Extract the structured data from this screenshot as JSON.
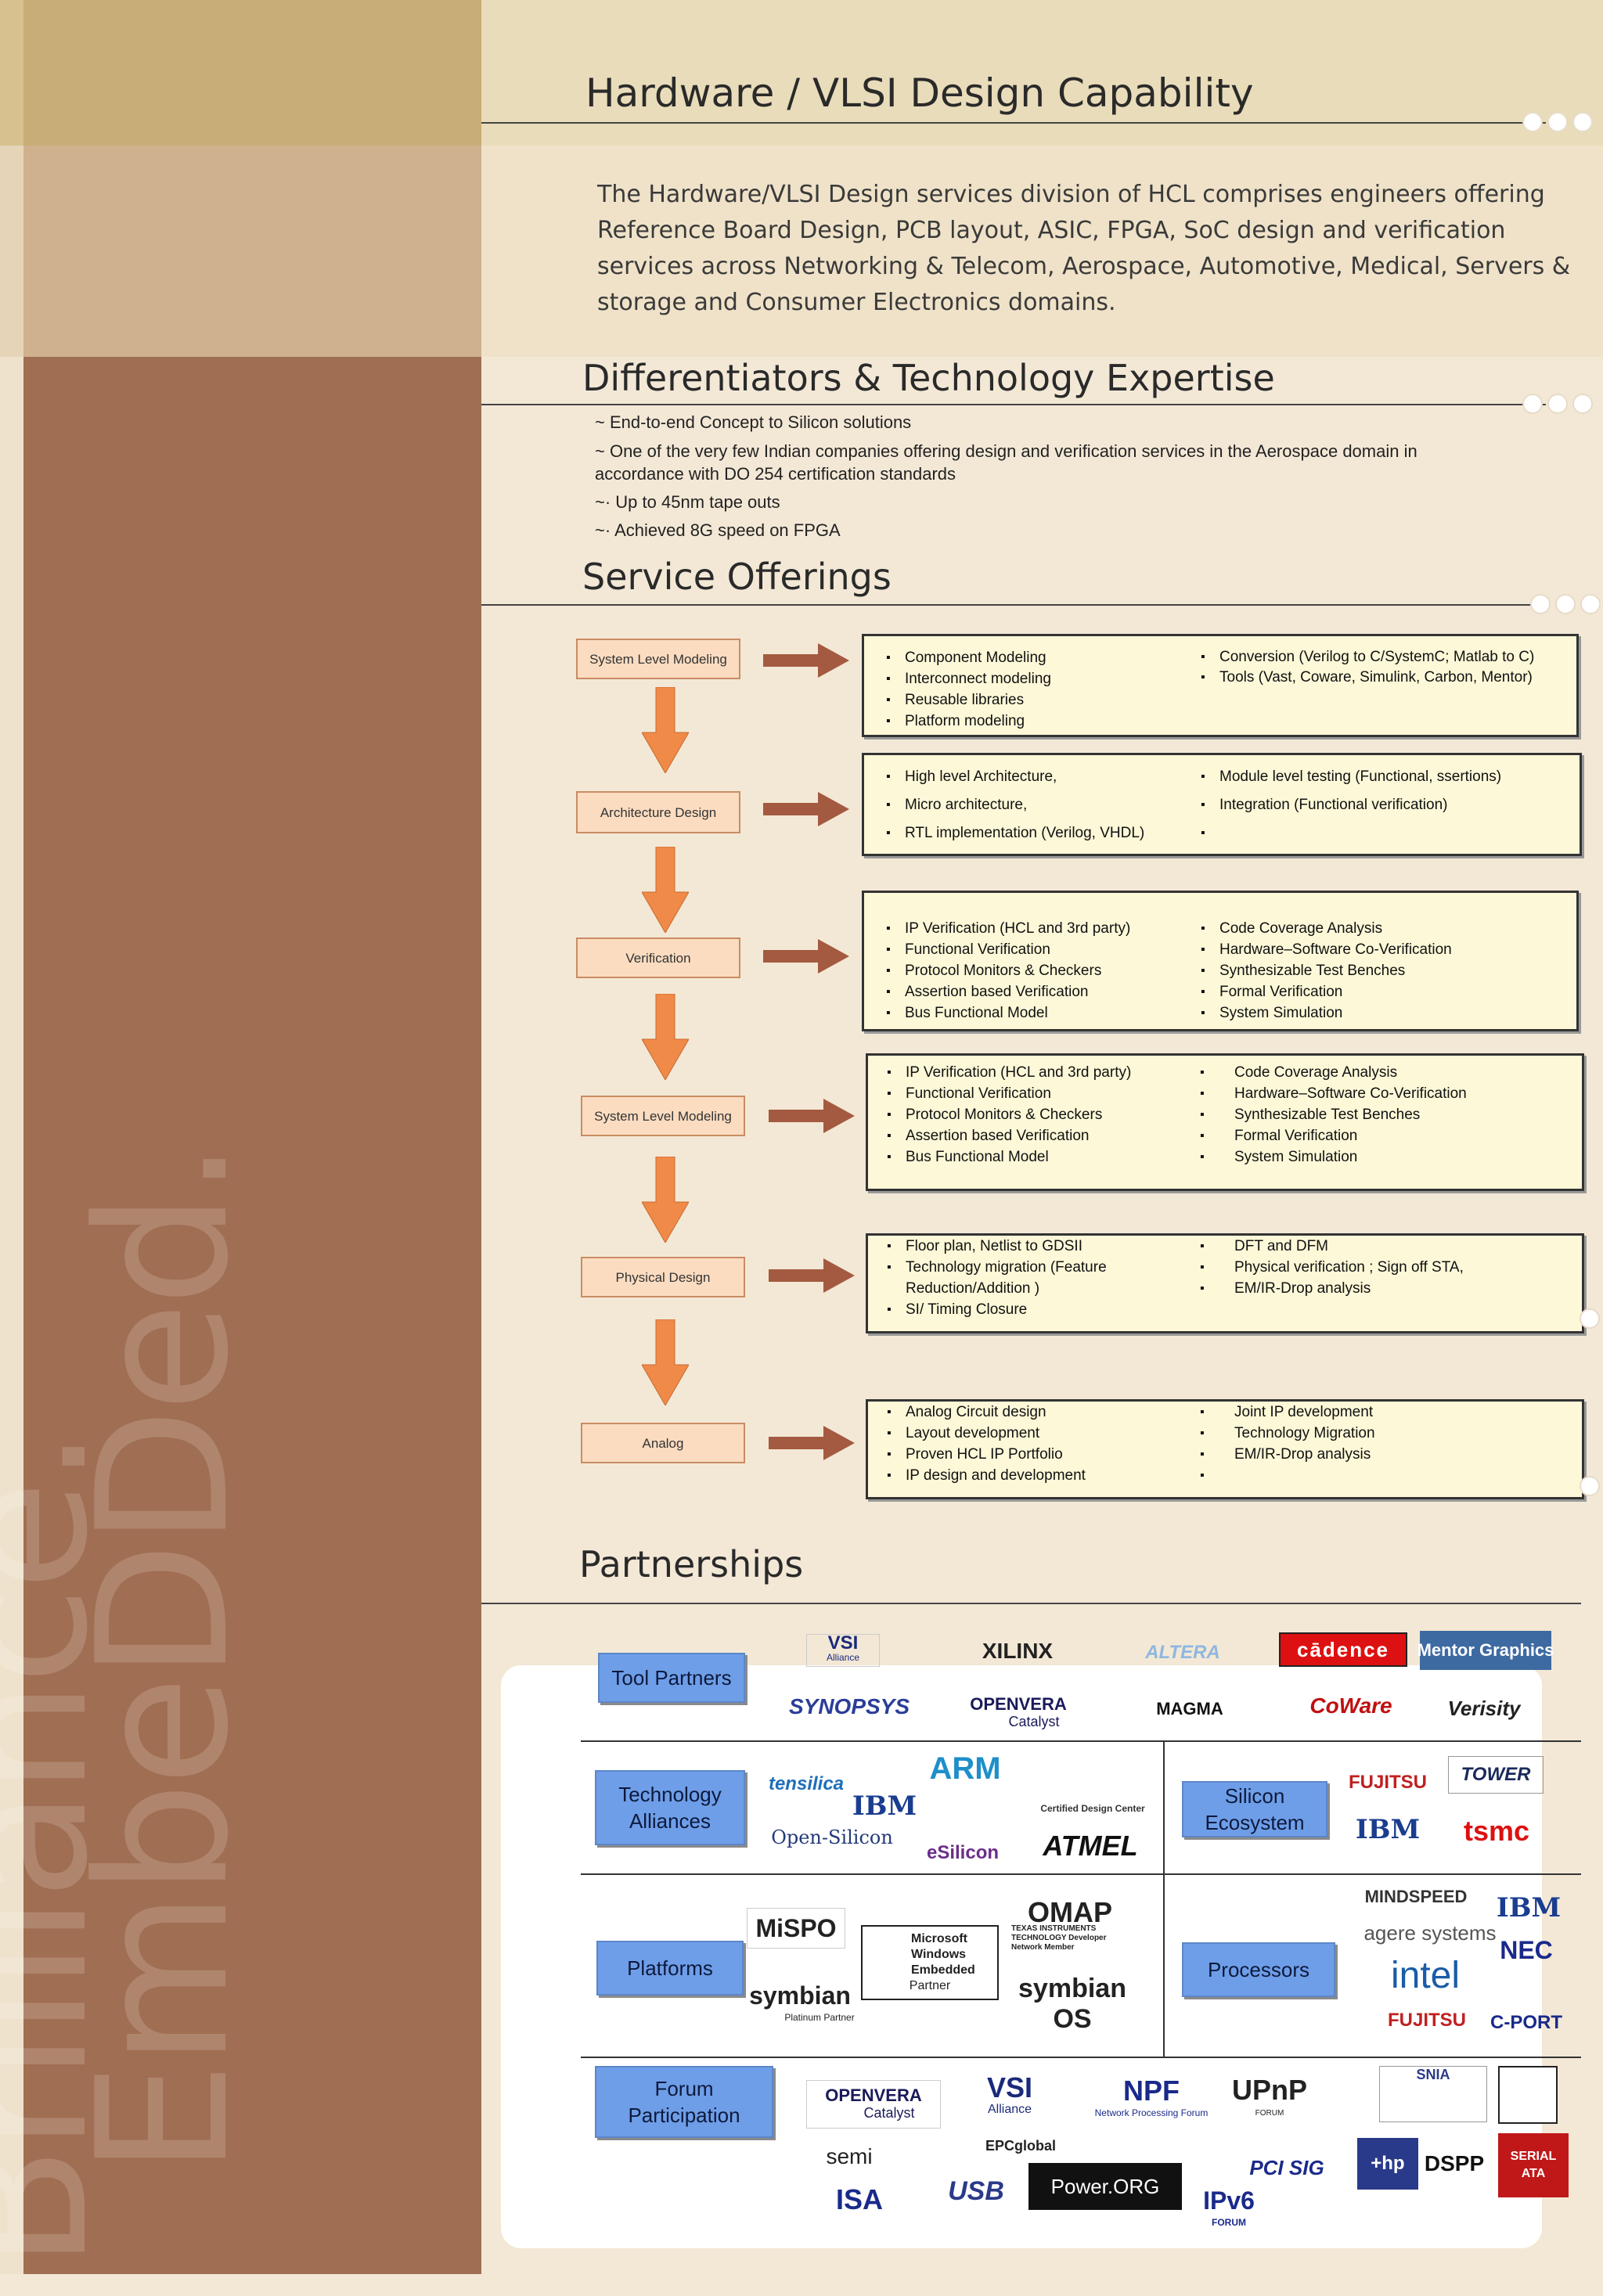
{
  "title": "Hardware / VLSI Design Capability",
  "intro": "The Hardware/VLSI Design services division of HCL comprises engineers offering Reference Board Design, PCB layout, ASIC, FPGA, SoC design and verification services across Networking & Telecom, Aerospace, Automotive, Medical, Servers & storage and Consumer Electronics domains.",
  "watermark": {
    "line1": "Brilliance.",
    "line2": "EmbeDDed."
  },
  "differentiators": {
    "heading": "Differentiators & Technology Expertise",
    "items": [
      "~ End-to-end Concept to Silicon solutions",
      "~ One of the very few Indian companies offering design and verification services in the Aerospace domain in accordance with DO 254 certification standards",
      "~· Up to 45nm tape outs",
      "~· Achieved 8G speed on FPGA"
    ]
  },
  "services": {
    "heading": "Service Offerings",
    "stages": [
      {
        "label": "System Level Modeling",
        "left": [
          "Component Modeling",
          "Interconnect modeling",
          "Reusable libraries",
          "Platform modeling"
        ],
        "right": [
          "Conversion (Verilog to C/SystemC; Matlab to C)",
          "Tools (Vast, Coware, Simulink, Carbon, Mentor)"
        ]
      },
      {
        "label": "Architecture Design",
        "left": [
          "High level Architecture,",
          "Micro architecture,",
          "RTL implementation (Verilog, VHDL)"
        ],
        "right": [
          "Module level testing (Functional, ssertions)",
          "Integration (Functional verification)",
          ""
        ]
      },
      {
        "label": "Verification",
        "left": [
          "IP Verification (HCL and 3rd party)",
          "Functional Verification",
          "Protocol Monitors & Checkers",
          "Assertion based Verification",
          "Bus Functional Model"
        ],
        "right": [
          "Code Coverage Analysis",
          "Hardware–Software Co-Verification",
          "Synthesizable Test Benches",
          "Formal Verification",
          "System Simulation"
        ]
      },
      {
        "label": "System Level Modeling",
        "left": [
          "IP Verification (HCL and 3rd party)",
          "Functional Verification",
          "Protocol Monitors & Checkers",
          "Assertion based Verification",
          "Bus Functional Model"
        ],
        "right": [
          "Code Coverage Analysis",
          "Hardware–Software Co-Verification",
          "Synthesizable Test Benches",
          "Formal Verification",
          "System Simulation"
        ]
      },
      {
        "label": "Physical Design",
        "left": [
          "Floor plan, Netlist to GDSII",
          "Technology migration (Feature Reduction/Addition )",
          "SI/ Timing Closure"
        ],
        "right": [
          "DFT and DFM",
          "Physical verification ; Sign off STA,",
          "EM/IR-Drop analysis"
        ]
      },
      {
        "label": "Analog",
        "left": [
          "Analog Circuit design",
          "Layout development",
          "Proven HCL IP Portfolio",
          "IP design and development"
        ],
        "right": [
          "Joint IP development",
          "Technology Migration",
          "EM/IR-Drop analysis",
          ""
        ]
      }
    ]
  },
  "partnerships": {
    "heading": "Partnerships",
    "categories": {
      "tool": "Tool Partners",
      "tech": "Technology Alliances",
      "silicon": "Silicon Ecosystem",
      "platforms": "Platforms",
      "processors": "Processors",
      "forum": "Forum Participation"
    },
    "logos": {
      "vsi": "VSI",
      "vsi_sub": "Alliance",
      "xilinx": "XILINX",
      "altera": "ALTERA",
      "cadence": "cādence",
      "mentor": "Mentor Graphics",
      "synopsys": "SYNOPSYS",
      "openvera": "OPENVERA",
      "openvera_sub": "Catalyst",
      "magma": "MAGMA",
      "coware": "CoWare",
      "verisity": "Verisity",
      "tensilica": "tensilica",
      "ibm": "IBM",
      "arm": "ARM",
      "certified": "Certified Design Center",
      "opensilicon": "Open-Silicon",
      "esilicon": "eSilicon",
      "atmel": "ATMEL",
      "fujitsu": "FUJITSU",
      "tower": "TOWER",
      "tsmc": "tsmc",
      "mispo": "MiSPO",
      "symbian": "symbian",
      "symbian_sub": "Platinum Partner",
      "microsoft": "Microsoft Windows Embedded",
      "microsoft_sub": "Partner",
      "omap": "OMAP",
      "omap_sub": "TEXAS INSTRUMENTS TECHNOLOGY Developer Network Member",
      "symbian_os": "symbian OS",
      "mindspeed": "MINDSPEED",
      "agere": "agere systems",
      "intel": "intel",
      "nec": "NEC",
      "cport": "C-PORT",
      "semi": "semi",
      "epc": "EPCglobal",
      "npf": "NPF",
      "npf_sub": "Network Processing Forum",
      "upnp": "UPnP",
      "upnp_sub": "FORUM",
      "snia": "SNIA",
      "isa": "ISA",
      "usb": "USB",
      "powerorg": "Power.ORG",
      "pcisig": "PCI SIG",
      "ipv6": "IPv6",
      "ipv6_sub": "FORUM",
      "hpdspp": "DSPP",
      "sata": "SERIAL ATA"
    }
  }
}
